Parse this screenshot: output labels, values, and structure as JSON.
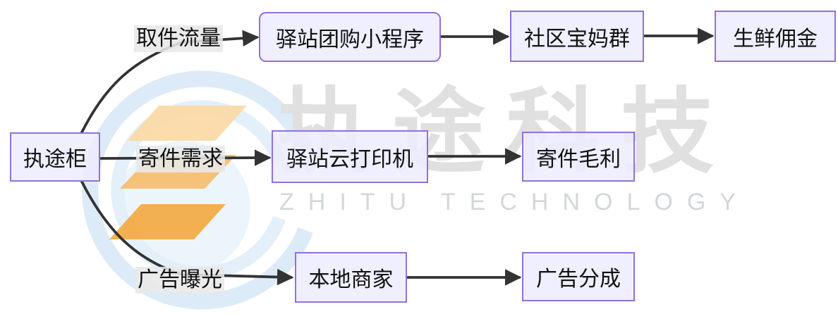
{
  "diagram": {
    "type": "flowchart-lr",
    "nodes": {
      "hub": {
        "label": "执途柜",
        "shape": "rect"
      },
      "miniprogram": {
        "label": "驿站团购小程序",
        "shape": "rounded"
      },
      "momgroup": {
        "label": "社区宝妈群",
        "shape": "rect"
      },
      "freshcommission": {
        "label": "生鲜佣金",
        "shape": "rect"
      },
      "cloudprinter": {
        "label": "驿站云打印机",
        "shape": "rect"
      },
      "shippingmargin": {
        "label": "寄件毛利",
        "shape": "rect"
      },
      "localmerchants": {
        "label": "本地商家",
        "shape": "rect"
      },
      "adshare": {
        "label": "广告分成",
        "shape": "rect"
      }
    },
    "edge_labels": {
      "pickup_traffic": "取件流量",
      "shipping_demand": "寄件需求",
      "ad_exposure": "广告曝光"
    },
    "edges": [
      {
        "from": "执途柜",
        "label": "取件流量",
        "to": "驿站团购小程序"
      },
      {
        "from": "驿站团购小程序",
        "label": "",
        "to": "社区宝妈群"
      },
      {
        "from": "社区宝妈群",
        "label": "",
        "to": "生鲜佣金"
      },
      {
        "from": "执途柜",
        "label": "寄件需求",
        "to": "驿站云打印机"
      },
      {
        "from": "驿站云打印机",
        "label": "",
        "to": "寄件毛利"
      },
      {
        "from": "执途柜",
        "label": "广告曝光",
        "to": "本地商家"
      },
      {
        "from": "本地商家",
        "label": "",
        "to": "广告分成"
      }
    ],
    "colors": {
      "node_fill": "#ECECFF",
      "node_border": "#9370DB",
      "edge": "#333333",
      "edge_label_bg": "#E8E8E8",
      "text": "#111111"
    }
  },
  "watermark": {
    "title_cn": "执途科技",
    "title_en": "ZHITU TECHNOLOGY",
    "colors": {
      "ring_blue": "#DCEBF7",
      "bolt_orange": "#F6B352",
      "text_gray": "#E0E0E0"
    }
  }
}
